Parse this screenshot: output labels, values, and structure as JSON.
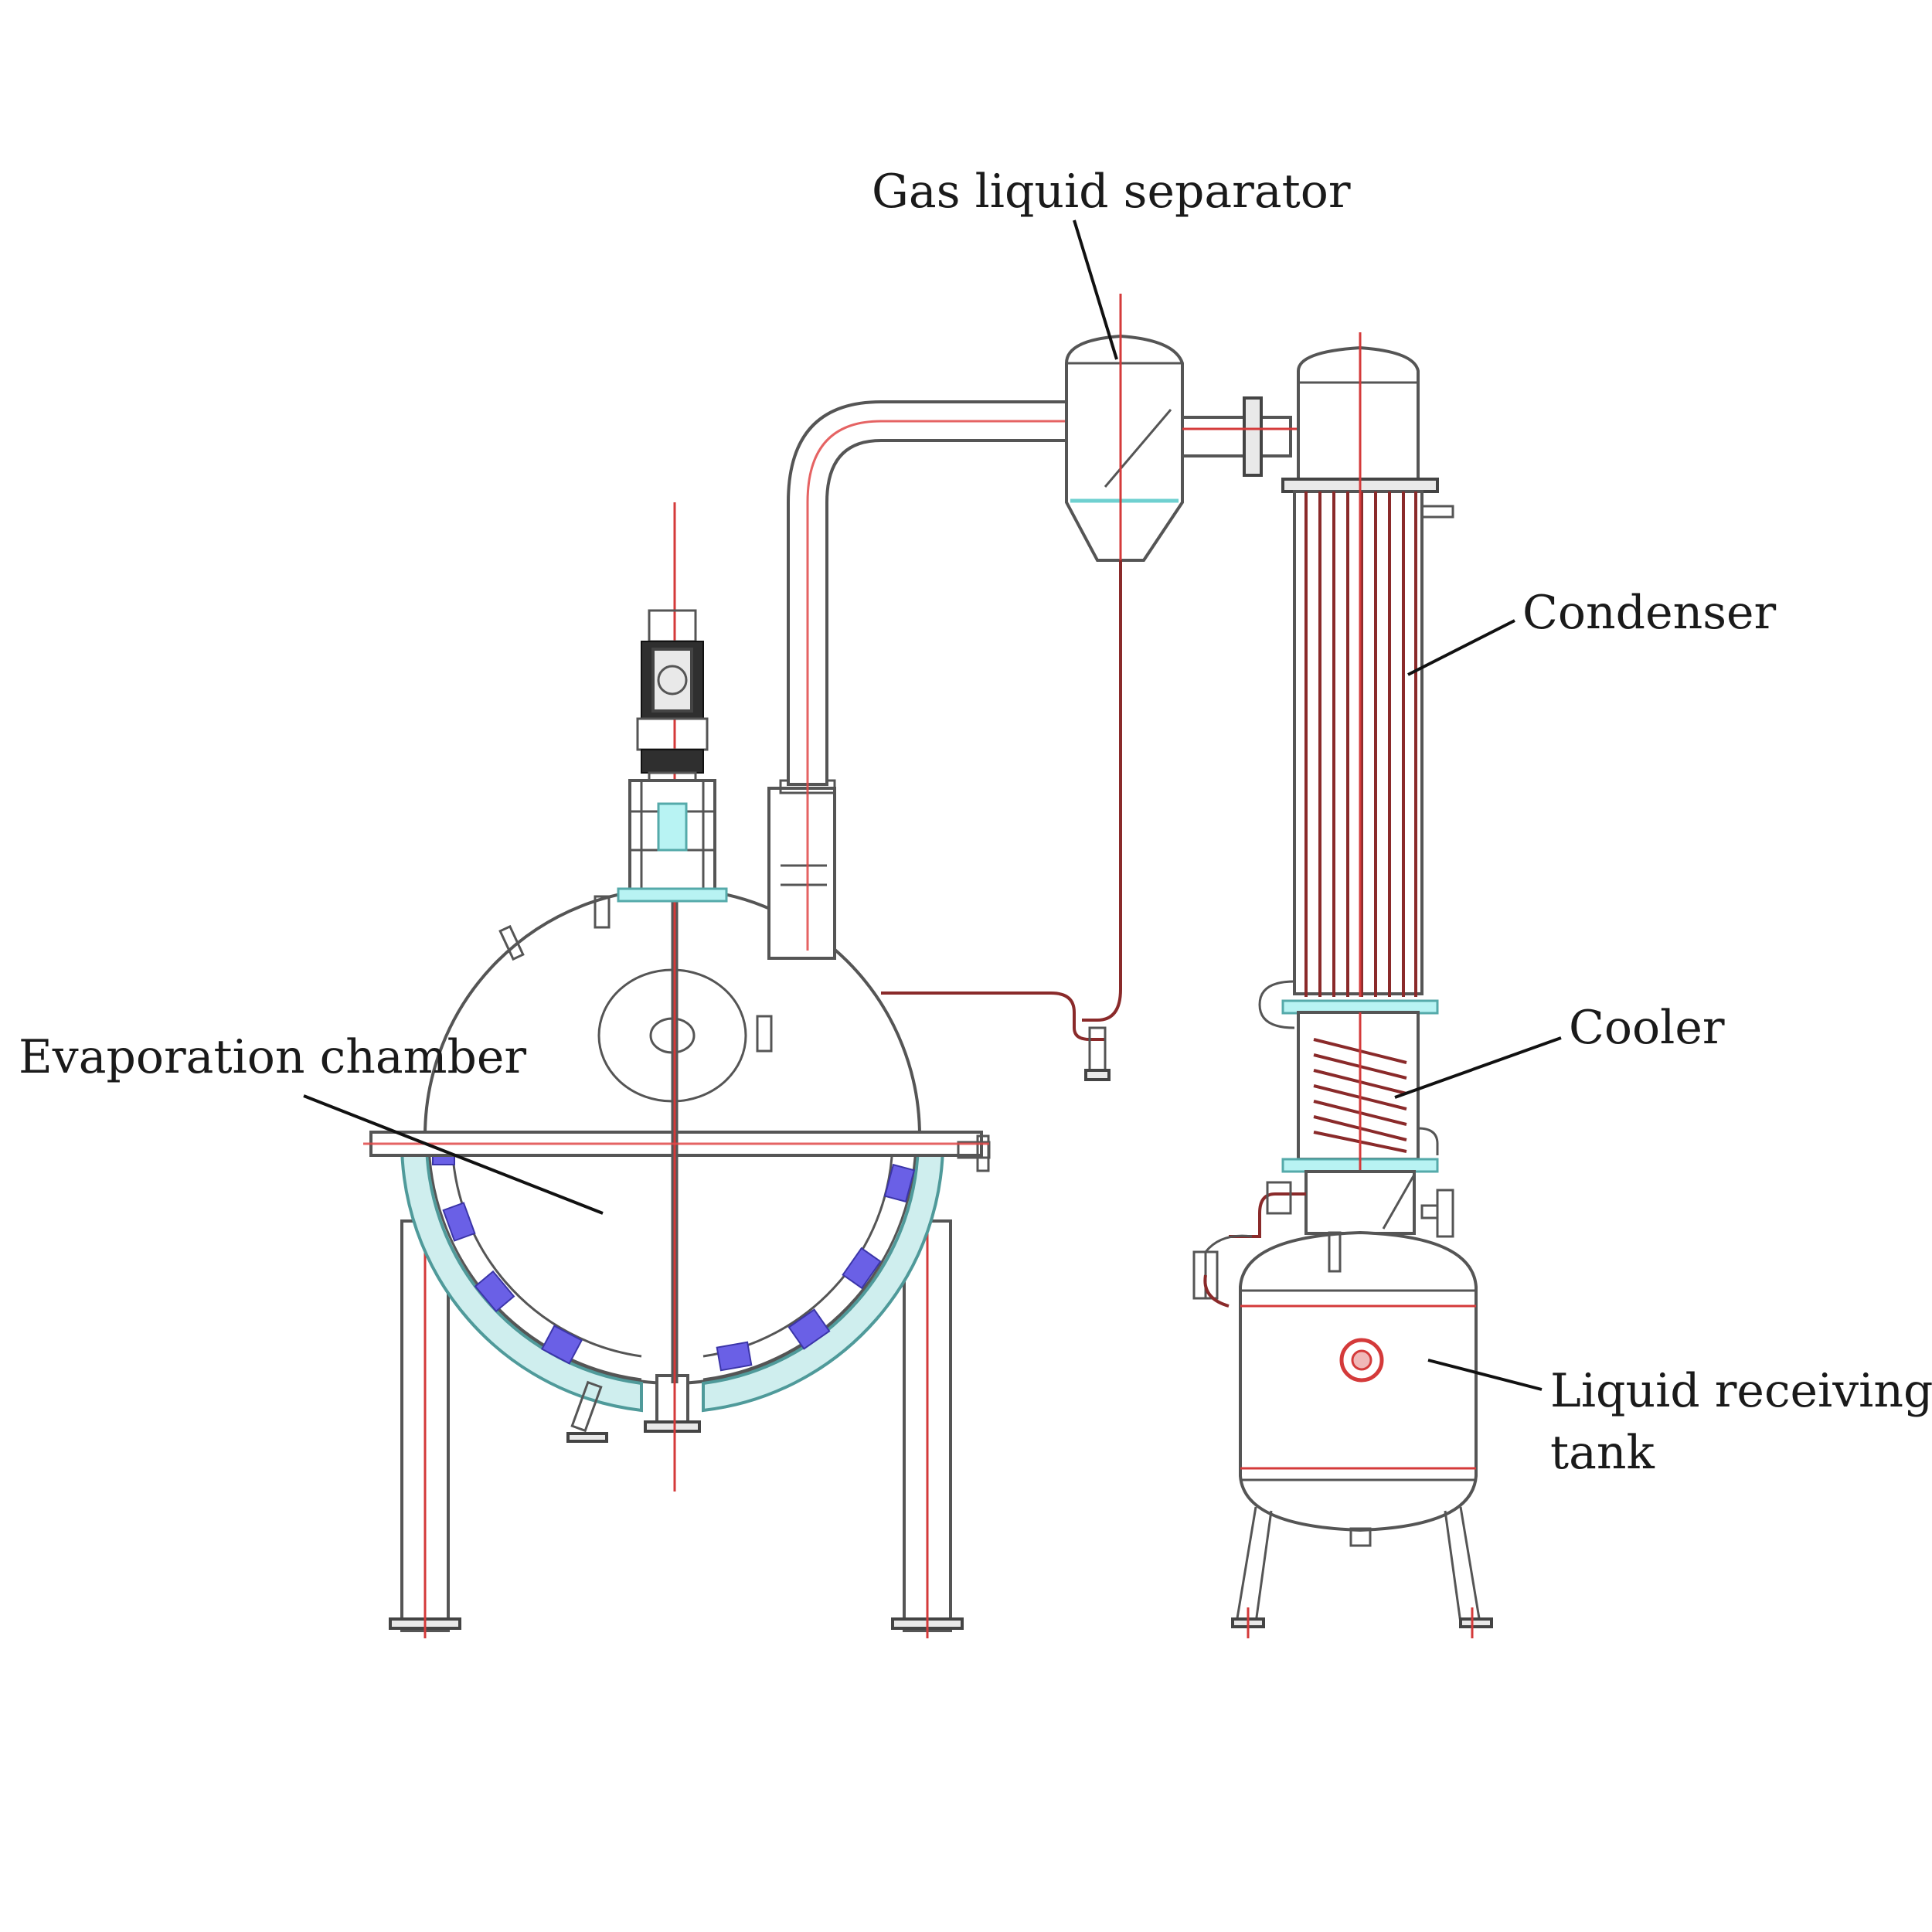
{
  "labels": {
    "gas_liquid_separator": "Gas liquid separator",
    "condenser": "Condenser",
    "evaporation_chamber": "Evaporation chamber",
    "cooler": "Cooler",
    "liquid_receiving_tank_line1": "Liquid receiving",
    "liquid_receiving_tank_line2": "tank"
  },
  "colors": {
    "centerline": "#d43a3a",
    "tube": "#8a2a2a",
    "jacket": "#cfeeee",
    "heating_block": "#6a60e6",
    "outline": "#555555"
  }
}
